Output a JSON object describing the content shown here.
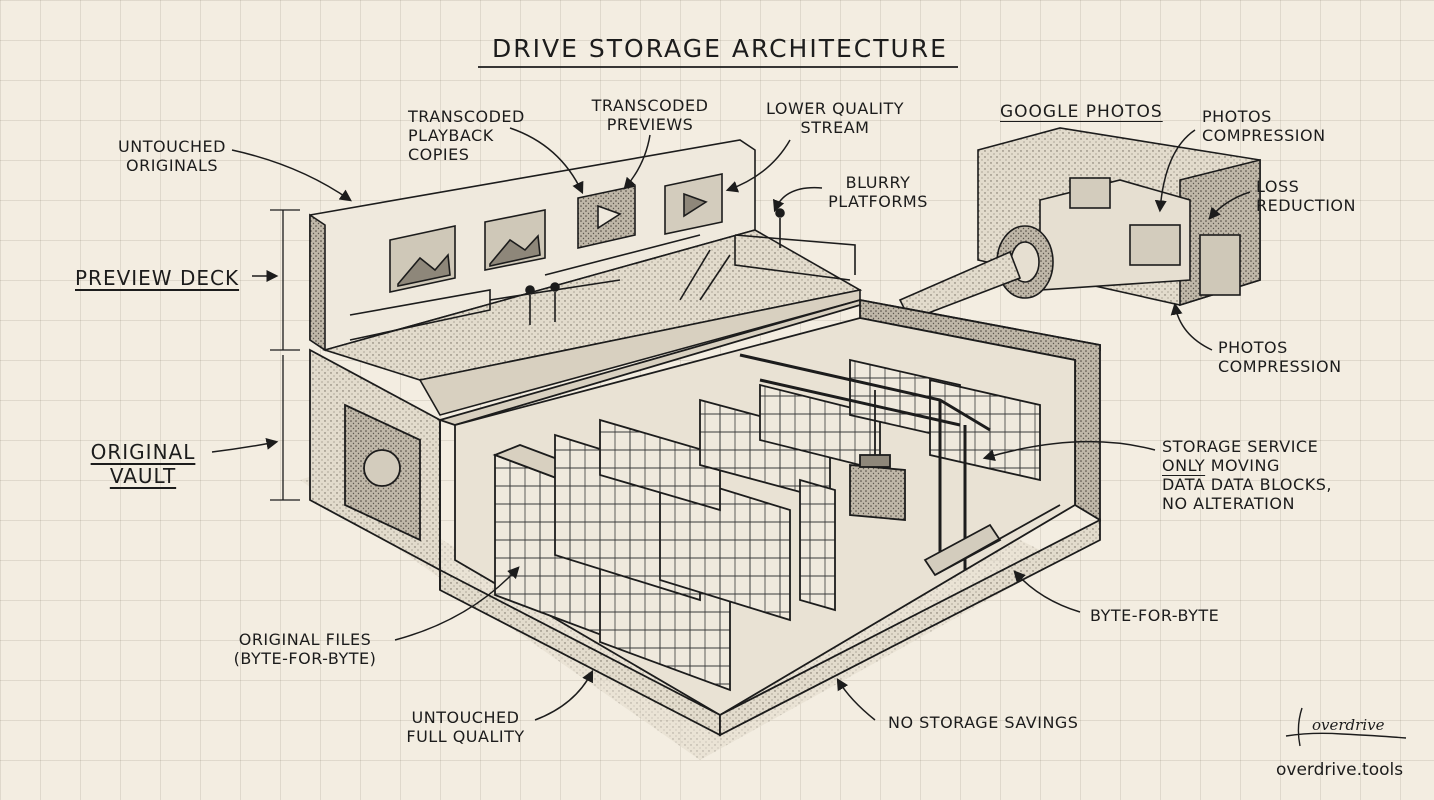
{
  "title": "DRIVE STORAGE ARCHITECTURE",
  "labels": {
    "untouched_originals": [
      "UNTOUCHED",
      "ORIGINALS"
    ],
    "transcoded_playback": [
      "TRANSCODED",
      "PLAYBACK",
      "COPIES"
    ],
    "transcoded_previews": [
      "TRANSCODED",
      "PREVIEWS"
    ],
    "lower_quality": [
      "LOWER QUALITY",
      "STREAM"
    ],
    "blurry_platforms": [
      "BLURRY",
      "PLATFORMS"
    ],
    "preview_deck": "PREVIEW DECK",
    "original_vault": [
      "ORIGINAL",
      "VAULT"
    ],
    "google_photos": "GOOGLE PHOTOS",
    "photos_compression_top": [
      "PHOTOS",
      "COMPRESSION"
    ],
    "loss_reduction": [
      "LOSS",
      "REDUCTION"
    ],
    "photos_compression_bottom": [
      "PHOTOS",
      "COMPRESSION"
    ],
    "storage_service": {
      "line1": "STORAGE SERVICE",
      "only": "ONLY",
      "rest": " MOVING",
      "line3": "DATA DATA BLOCKS,",
      "line4": "NO ALTERATION"
    },
    "byte_for_byte": "BYTE-FOR-BYTE",
    "original_files": [
      "ORIGINAL FILES",
      "(BYTE-FOR-BYTE)"
    ],
    "untouched_full_quality": [
      "UNTOUCHED",
      "FULL QUALITY"
    ],
    "no_storage_savings": "NO STORAGE SAVINGS"
  },
  "signature": "overdrive",
  "site": "overdrive.tools",
  "colors": {
    "paper": "#f3ede1",
    "ink": "#1c1c1c",
    "grid": "#d8d0c0",
    "wall": "#e7e0d2",
    "shade": "#bdb5a6"
  }
}
